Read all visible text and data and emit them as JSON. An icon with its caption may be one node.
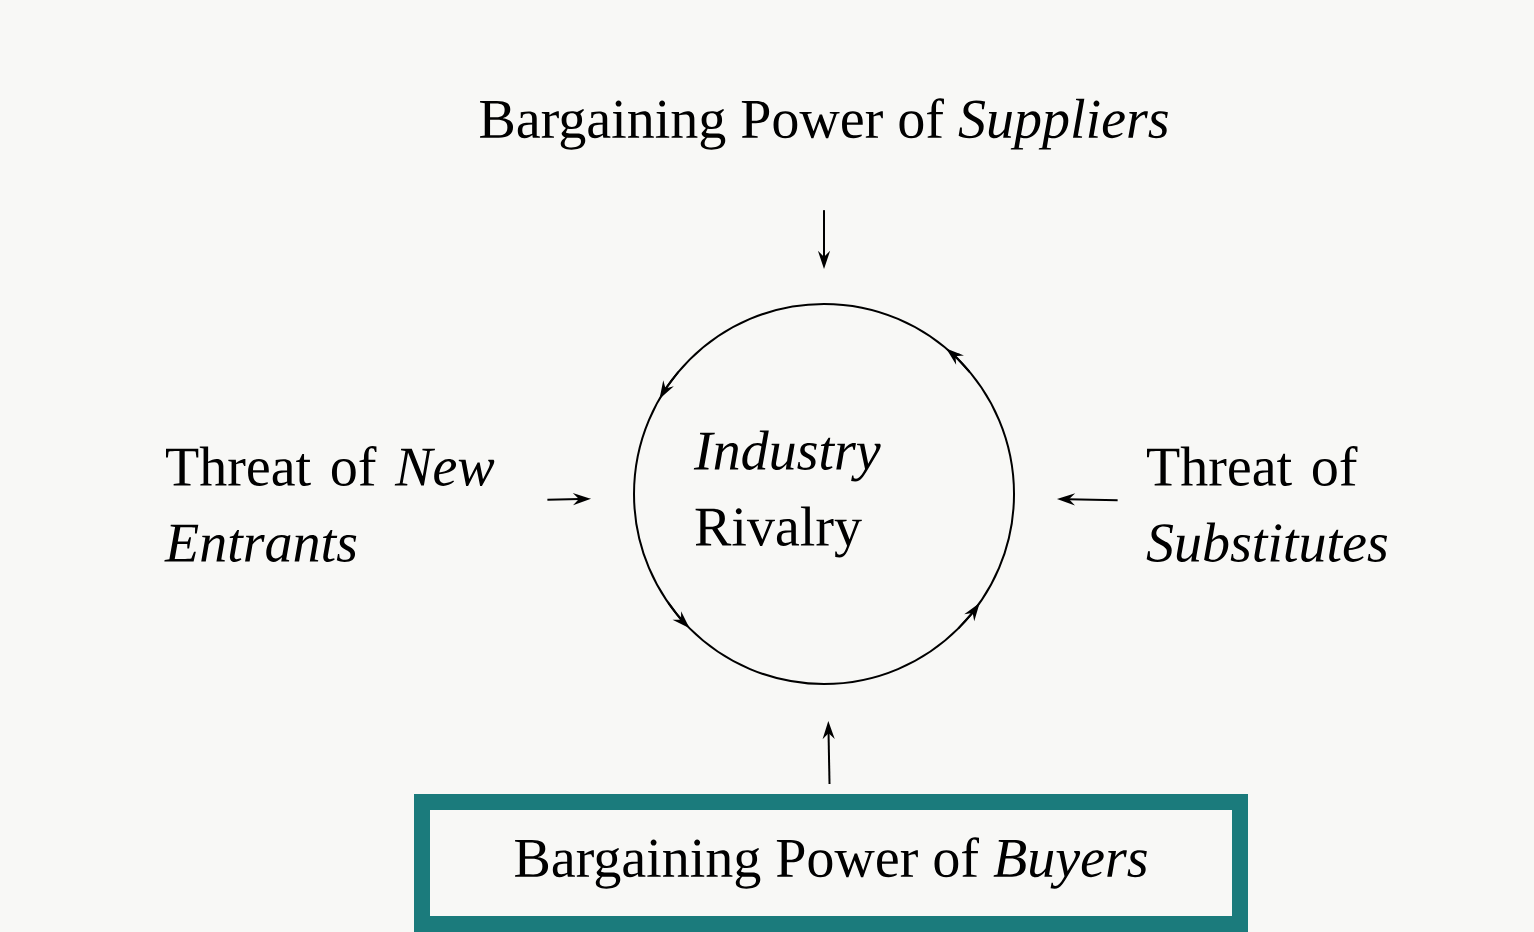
{
  "diagram": {
    "nodes": [
      {
        "text": [
          "Bargaining Power of *Suppliers*"
        ]
      },
      {
        "text": [
          "Threat of *New Entrants*"
        ]
      },
      {
        "text": [
          "*Industry* Rivalry"
        ]
      },
      {
        "text": [
          "Threat of *Substitutes*"
        ]
      },
      {
        "text": [
          "Bargaining Power of *Buyers*"
        ]
      }
    ],
    "edges": [
      {
        "from": 0,
        "to": 2,
        "arrow": "to"
      },
      {
        "from": 1,
        "to": 2,
        "arrow": "to"
      },
      {
        "from": 3,
        "to": 2,
        "arrow": "to"
      },
      {
        "from": 4,
        "to": 2,
        "arrow": "to"
      }
    ]
  }
}
